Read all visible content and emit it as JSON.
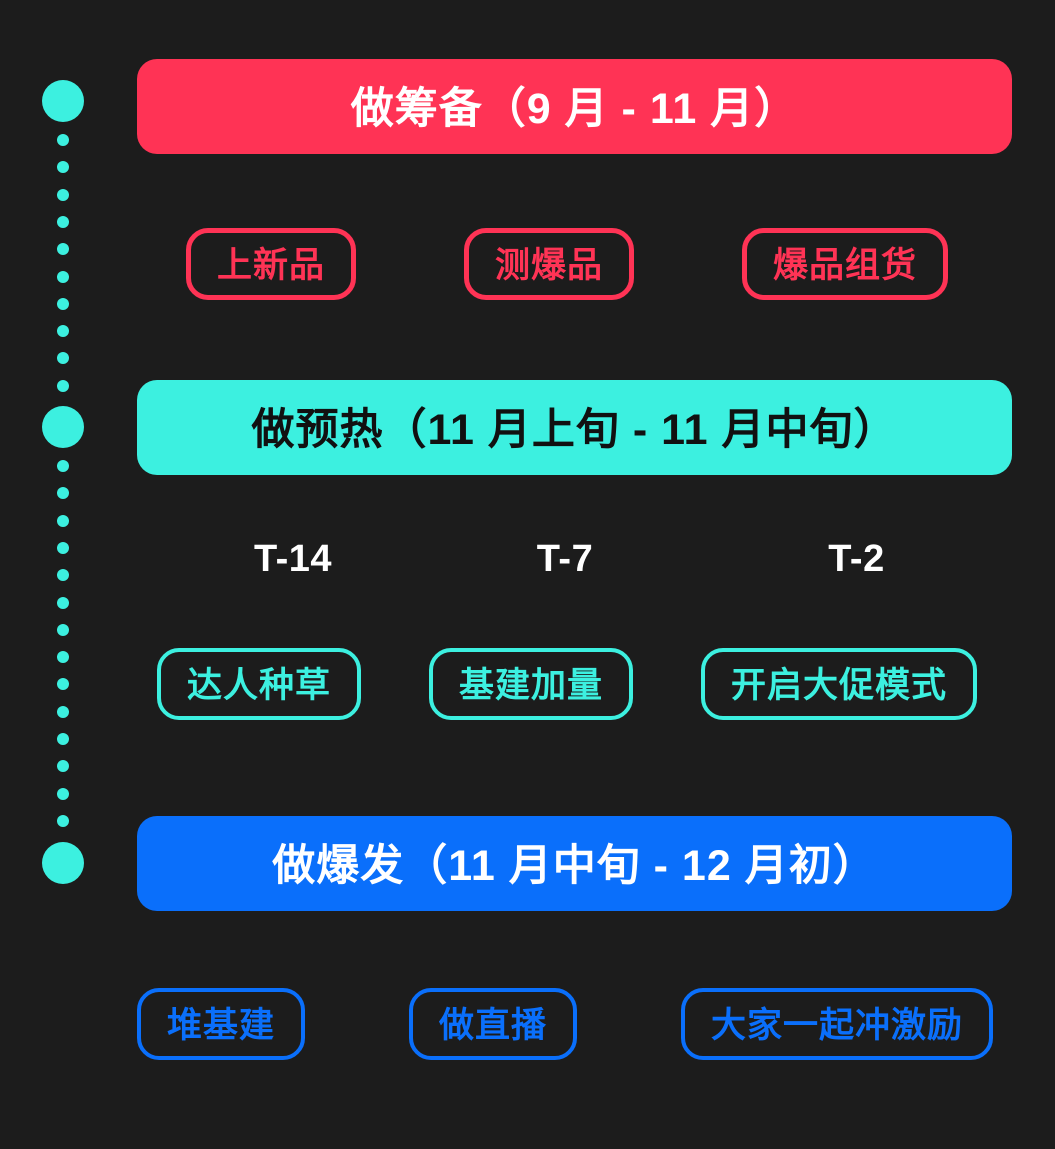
{
  "colors": {
    "background": "#1c1c1c",
    "phase_prep": "#FF3355",
    "phase_warmup": "#3CF0E0",
    "phase_burst": "#0A6FFB",
    "timeline": "#3CF0E0",
    "text_light": "#ffffff",
    "text_dark": "#111111"
  },
  "timeline": {
    "milestone_count": 3,
    "dot_label": "timeline-dot"
  },
  "phases": [
    {
      "id": "prep",
      "banner": "做筹备（9 月 - 11 月）",
      "accent": "#FF3355",
      "items": [
        {
          "label": "上新品"
        },
        {
          "label": "测爆品"
        },
        {
          "label": "爆品组货"
        }
      ]
    },
    {
      "id": "warmup",
      "banner": "做预热（11 月上旬 - 11 月中旬）",
      "accent": "#3CF0E0",
      "markers": [
        {
          "label": "T-14"
        },
        {
          "label": "T-7"
        },
        {
          "label": "T-2"
        }
      ],
      "items": [
        {
          "label": "达人种草"
        },
        {
          "label": "基建加量"
        },
        {
          "label": "开启大促模式"
        }
      ]
    },
    {
      "id": "burst",
      "banner": "做爆发（11 月中旬 - 12 月初）",
      "accent": "#0A6FFB",
      "items": [
        {
          "label": "堆基建"
        },
        {
          "label": "做直播"
        },
        {
          "label": "大家一起冲激励"
        }
      ]
    }
  ]
}
